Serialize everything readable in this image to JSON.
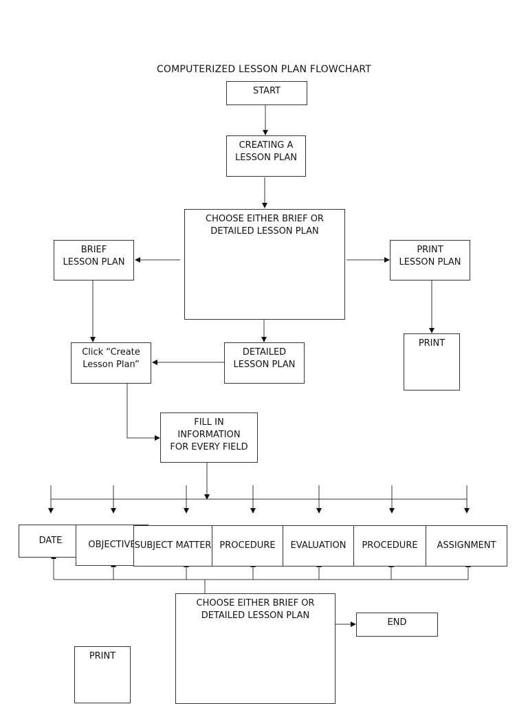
{
  "title": "COMPUTERIZED LESSON PLAN FLOWCHART",
  "nodes": {
    "start": "START",
    "creating": "CREATING A\nLESSON PLAN",
    "choose_top": "CHOOSE EITHER BRIEF OR\nDETAILED LESSON PLAN",
    "brief": "BRIEF\nLESSON PLAN",
    "print_lesson": "PRINT\nLESSON PLAN",
    "print_top": "PRINT",
    "click_create": "Click “Create\nLesson Plan”",
    "detailed": "DETAILED\nLESSON PLAN",
    "fill_in": "FILL IN\nINFORMATION\nFOR EVERY FIELD",
    "choose_bottom": "CHOOSE EITHER BRIEF OR\nDETAILED LESSON PLAN",
    "end": "END",
    "print_bottom": "PRINT"
  },
  "fields": [
    "DATE",
    "OBJECTIVE",
    "SUBJECT MATTER",
    "PROCEDURE",
    "EVALUATION",
    "PROCEDURE",
    "ASSIGNMENT"
  ]
}
